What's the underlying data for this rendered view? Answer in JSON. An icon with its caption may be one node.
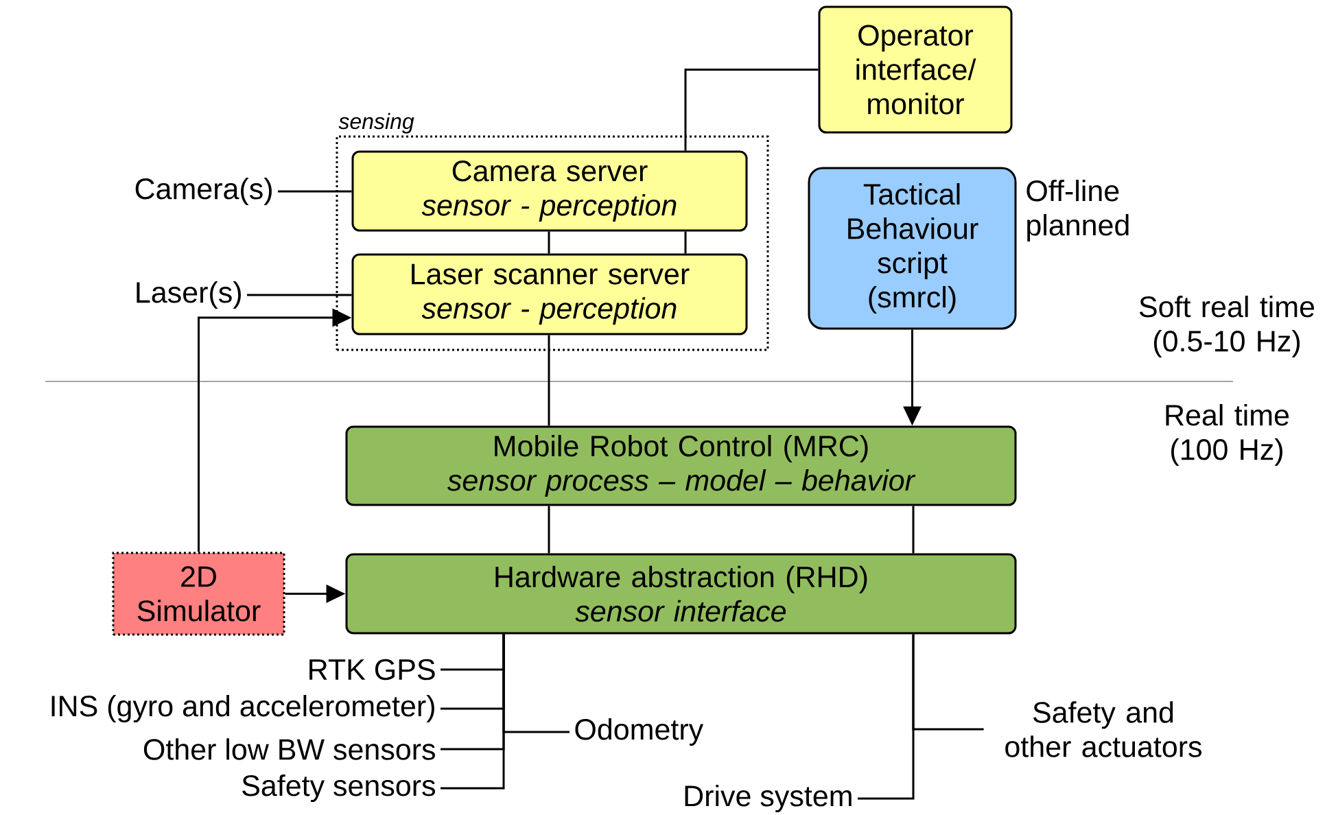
{
  "diagram": {
    "nodes": [
      {
        "text": [
          "Operator interface/ monitor"
        ]
      },
      {
        "text": [
          "sensing"
        ]
      },
      {
        "text": [
          "Camera server",
          "sensor - perception"
        ],
        "in": 1
      },
      {
        "text": [
          "Laser scanner server",
          "sensor - perception"
        ],
        "in": 1
      },
      {
        "text": [
          "Tactical Behaviour script (smrcl)"
        ],
        "beside": [
          "Off-line planned"
        ]
      },
      {
        "text": [
          "Mobile Robot Control (MRC)",
          "sensor process – model – behavior"
        ]
      },
      {
        "text": [
          "Hardware abstraction (RHD)",
          "sensor interface"
        ]
      },
      {
        "text": [
          "2D Simulator"
        ]
      },
      {
        "text": [
          "Camera(s)"
        ]
      },
      {
        "text": [
          "Laser(s)"
        ]
      },
      {
        "text": [
          "RTK GPS"
        ]
      },
      {
        "text": [
          "INS (gyro and accelerometer)"
        ]
      },
      {
        "text": [
          "Other low BW sensors"
        ]
      },
      {
        "text": [
          "Safety sensors"
        ]
      },
      {
        "text": [
          "Odometry"
        ]
      },
      {
        "text": [
          "Drive system"
        ]
      },
      {
        "text": [
          "Safety and other actuators"
        ]
      }
    ],
    "edges": [
      {
        "from": 8,
        "to": 2,
        "arrow": "none"
      },
      {
        "from": 9,
        "to": 3,
        "arrow": "none"
      },
      {
        "from": 7,
        "to": 3,
        "arrow": "to"
      },
      {
        "from": 7,
        "to": 6,
        "arrow": "to"
      },
      {
        "from": 0,
        "to": 2,
        "arrow": "none"
      },
      {
        "from": 2,
        "to": 3,
        "arrow": "none"
      },
      {
        "from": 2,
        "to": 3,
        "arrow": "none"
      },
      {
        "from": 3,
        "to": 5,
        "arrow": "none"
      },
      {
        "from": 4,
        "to": 5,
        "arrow": "to"
      },
      {
        "from": 5,
        "to": 6,
        "arrow": "none"
      },
      {
        "from": 5,
        "to": 6,
        "arrow": "none"
      },
      {
        "from": 10,
        "to": 6,
        "arrow": "none"
      },
      {
        "from": 11,
        "to": 6,
        "arrow": "none"
      },
      {
        "from": 12,
        "to": 6,
        "arrow": "none"
      },
      {
        "from": 13,
        "to": 6,
        "arrow": "none"
      },
      {
        "from": 14,
        "to": 6,
        "arrow": "none"
      },
      {
        "from": 15,
        "to": 6,
        "arrow": "none"
      },
      {
        "from": 16,
        "to": 6,
        "arrow": "none"
      }
    ],
    "labels": [
      "Soft real time (0.5-10 Hz)",
      "Real time (100 Hz)"
    ]
  }
}
